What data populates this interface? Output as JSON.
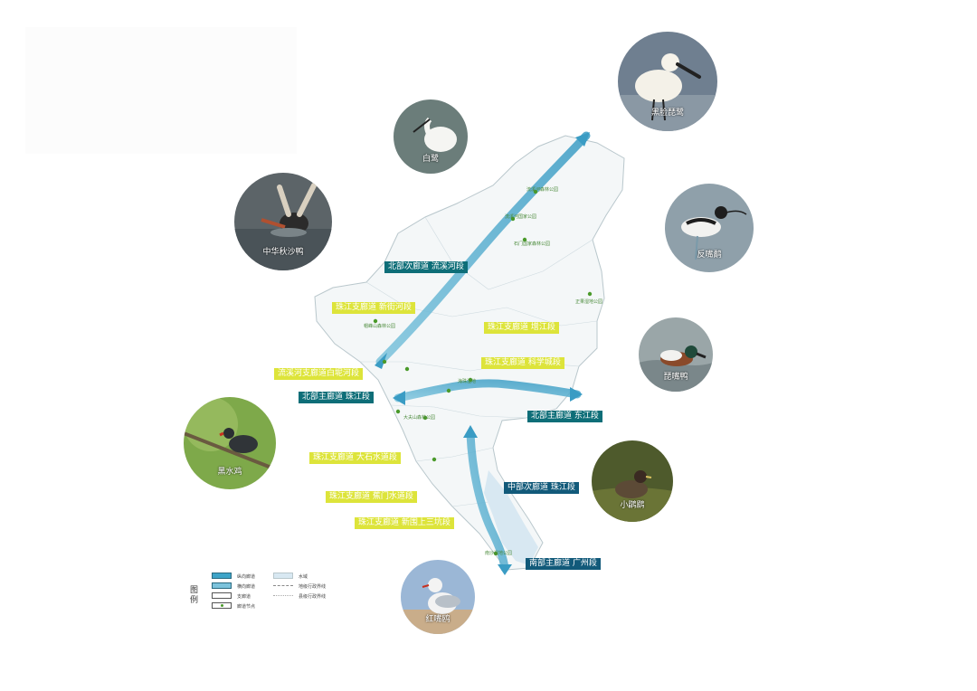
{
  "corridor_labels": {
    "north_secondary_liuxi": "北部次廊道  流溪河段",
    "zhujiang_xinjie": "珠江支廊道  新街河段",
    "zhujiang_zengjiang": "珠江支廊道  增江段",
    "liuxi_baini": "流溪河支廊道白坭河段",
    "zhujiang_kexuecheng": "珠江支廊道  科学城段",
    "north_main_zhujiang": "北部主廊道  珠江段",
    "north_main_dongjiang": "北部主廊道  东江段",
    "zhujiang_dashishui": "珠江支廊道  大石水道段",
    "middle_secondary_zhujiang": "中部次廊道  珠江段",
    "zhujiang_jiaomen": "珠江支廊道  蕉门水道段",
    "zhujiang_xinweishangsan": "珠江支廊道  新围上三坑段",
    "south_main_guangzhou": "南部主廊道  广州段"
  },
  "birds": {
    "black_faced_spoonbill": "黑脸琵鹭",
    "egret": "白鹭",
    "merganser": "中华秋沙鸭",
    "avocet": "反嘴鹬",
    "shoveler": "琵嘴鸭",
    "moorhen": "黑水鸡",
    "grebe": "小䴙䴘",
    "gull": "红嘴鸥"
  },
  "legend": {
    "title": "图例",
    "items": [
      "纵向廊道",
      "横向廊道",
      "支廊道",
      "廊道节点",
      "水域",
      "地级行政界线",
      "县级行政界线"
    ]
  },
  "node_labels": [
    "流溪河森林公园",
    "流溪河国家公园",
    "石门国家森林公园",
    "正果湿地公园",
    "帽峰山森林公园",
    "海珠湿地",
    "大夫山森林公园",
    "南沙湿地公园"
  ],
  "colors": {
    "corridor": "#3ea4c8",
    "teal_label": "#0e6e78",
    "yellow_label": "#dde43a",
    "navy_label": "#125a7a",
    "node": "#4a9a2a"
  }
}
